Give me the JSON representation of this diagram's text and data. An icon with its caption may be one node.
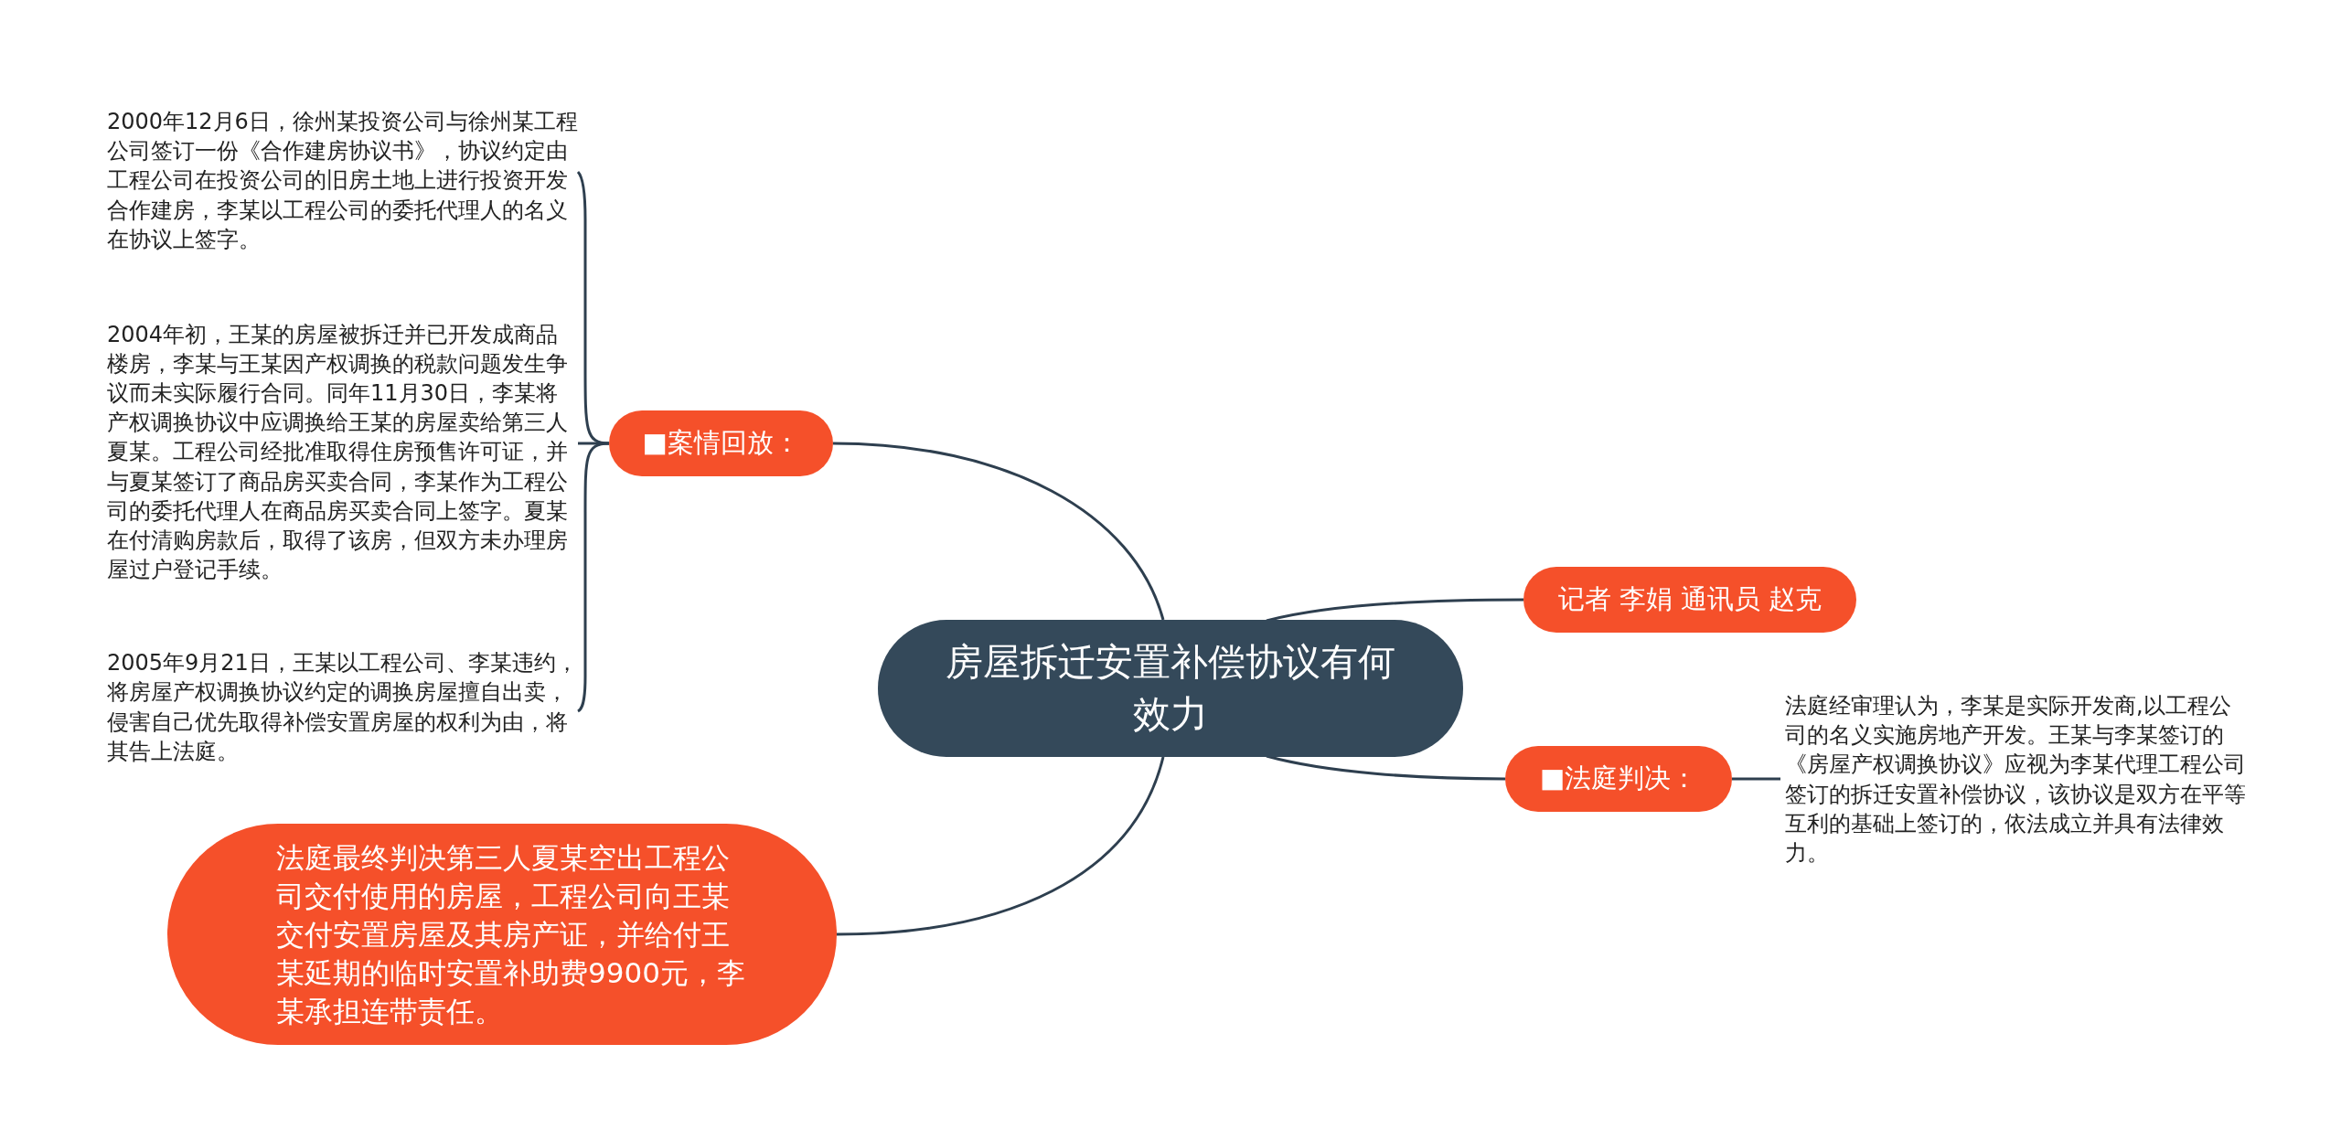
{
  "diagram": {
    "nodes": [
      {
        "text": [
          "房屋拆迁安置补偿协议有何效力"
        ]
      },
      {
        "text": [
          "■案情回放："
        ]
      },
      {
        "text": [
          "2000年12月6日，徐州某投资公司与徐州某工程公司签订一份《合作建房协议书》，协议约定由工程公司在投资公司的旧房土地上进行投资开发合作建房，李某以工程公司的委托代理人的名义在协议上签字。"
        ]
      },
      {
        "text": [
          "2004年初，王某的房屋被拆迁并已开发成商品楼房，李某与王某因产权调换的税款问题发生争议而未实际履行合同。同年11月30日，李某将产权调换协议中应调换给王某的房屋卖给第三人夏某。工程公司经批准取得住房预售许可证，并与夏某签订了商品房买卖合同，李某作为工程公司的委托代理人在商品房买卖合同上签字。夏某在付清购房款后，取得了该房，但双方未办理房屋过户登记手续。"
        ]
      },
      {
        "text": [
          "2005年9月21日，王某以工程公司、李某违约，将房屋产权调换协议约定的调换房屋擅自出卖，侵害自己优先取得补偿安置房屋的权利为由，将其告上法庭。"
        ]
      },
      {
        "text": [
          "记者 李娟 通讯员 赵克"
        ]
      },
      {
        "text": [
          "■法庭判决："
        ]
      },
      {
        "text": [
          "法庭经审理认为，李某是实际开发商,以工程公司的名义实施房地产开发。王某与李某签订的《房屋产权调换协议》应视为李某代理工程公司签订的拆迁安置补偿协议，该协议是双方在平等互利的基础上签订的，依法成立并具有法律效力。"
        ]
      },
      {
        "text": [
          "法庭最终判决第三人夏某空出工程公司交付使用的房屋，工程公司向王某交付安置房屋及其房产证，并给付王某延期的临时安置补助费9900元，李某承担连带责任。"
        ]
      }
    ],
    "edges": [
      {
        "from": 0,
        "to": 1,
        "arrow": "none"
      },
      {
        "from": 1,
        "to": 2,
        "arrow": "none"
      },
      {
        "from": 1,
        "to": 3,
        "arrow": "none"
      },
      {
        "from": 1,
        "to": 4,
        "arrow": "none"
      },
      {
        "from": 0,
        "to": 5,
        "arrow": "none"
      },
      {
        "from": 0,
        "to": 6,
        "arrow": "none"
      },
      {
        "from": 6,
        "to": 7,
        "arrow": "none"
      },
      {
        "from": 0,
        "to": 8,
        "arrow": "none"
      }
    ]
  }
}
